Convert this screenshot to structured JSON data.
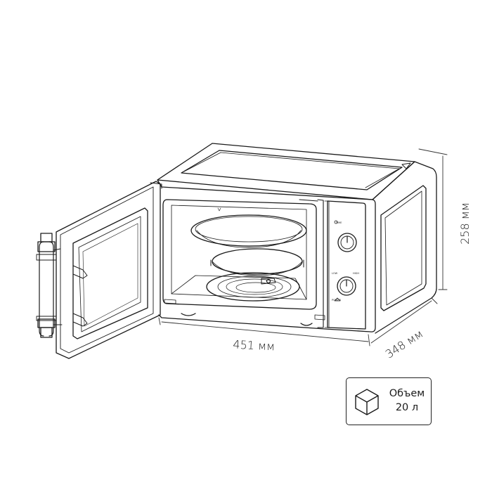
{
  "dimensions": {
    "height_label": "258 мм",
    "width_label": "451 мм",
    "depth_label": "348 мм"
  },
  "volume_card": {
    "icon": "cube-icon",
    "line1": "Объем",
    "line2": "20 л"
  },
  "colors": {
    "line": "#1a1a1a",
    "dim_line": "#333333",
    "background": "#ffffff"
  }
}
